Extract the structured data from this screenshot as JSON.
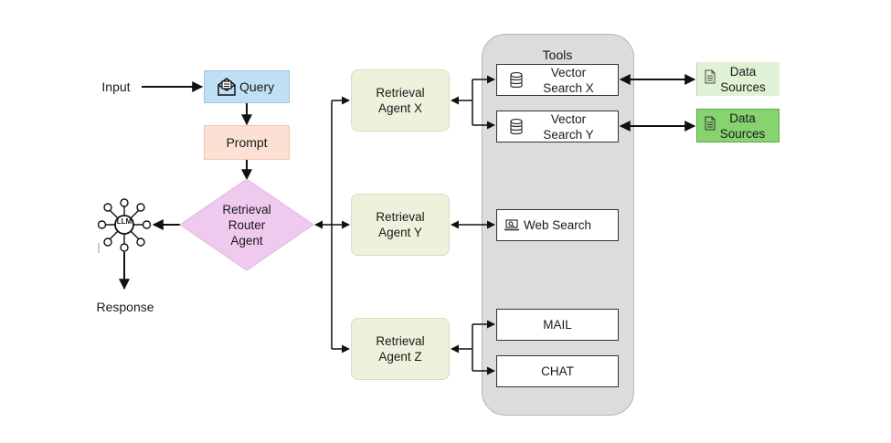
{
  "input_label": "Input",
  "query_label": "Query",
  "prompt_label": "Prompt",
  "router_label": [
    "Retrieval",
    "Router",
    "Agent"
  ],
  "llm_label": "LLM",
  "response_label": "Response",
  "tools_title": "Tools",
  "agents": [
    {
      "line1": "Retrieval",
      "line2": "Agent X"
    },
    {
      "line1": "Retrieval",
      "line2": "Agent Y"
    },
    {
      "line1": "Retrieval",
      "line2": "Agent Z"
    }
  ],
  "tools": {
    "vector_x": {
      "line1": "Vector",
      "line2": "Search X"
    },
    "vector_y": {
      "line1": "Vector",
      "line2": "Search Y"
    },
    "web_search": "Web Search",
    "mail": "MAIL",
    "chat": "CHAT"
  },
  "data_sources": [
    {
      "line1": "Data",
      "line2": "Sources"
    },
    {
      "line1": "Data",
      "line2": "Sources"
    }
  ],
  "colors": {
    "query": "#bfe0f4",
    "prompt": "#fbe0d3",
    "router": "#f0c9ee",
    "agent": "#eef2dc",
    "panel": "#dcdcdc",
    "data_source_1": "#dff2d6",
    "data_source_2": "#86d36f"
  }
}
